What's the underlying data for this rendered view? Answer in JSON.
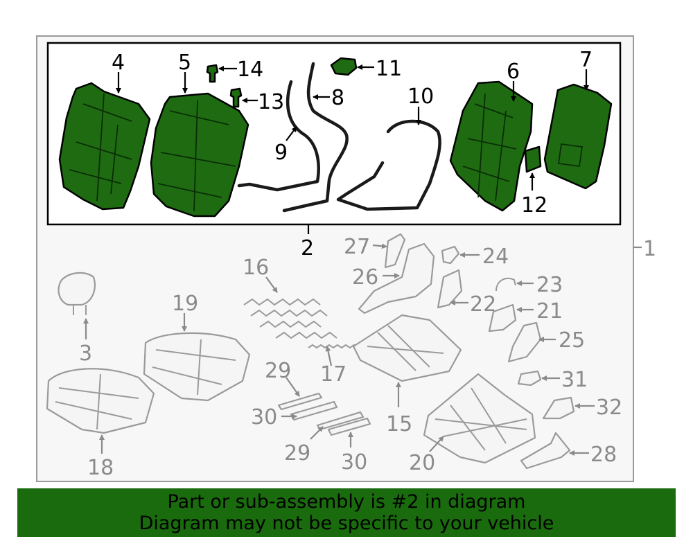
{
  "diagram": {
    "callouts": {
      "c1": "1",
      "c2": "2",
      "c3": "3",
      "c4": "4",
      "c5": "5",
      "c6": "6",
      "c7": "7",
      "c8": "8",
      "c9": "9",
      "c10": "10",
      "c11": "11",
      "c12": "12",
      "c13": "13",
      "c14": "14",
      "c15": "15",
      "c16": "16",
      "c17": "17",
      "c18": "18",
      "c19": "19",
      "c20": "20",
      "c21": "21",
      "c22": "22",
      "c23": "23",
      "c24": "24",
      "c25": "25",
      "c26": "26",
      "c27": "27",
      "c28": "28",
      "c29a": "29",
      "c29b": "29",
      "c30a": "30",
      "c30b": "30",
      "c31": "31",
      "c32": "32"
    },
    "highlight_color": "#1f6b12"
  },
  "banner": {
    "line1": "Part or sub-assembly is #2 in diagram",
    "line2": "Diagram may not be specific to your vehicle",
    "background": "#1a6b0e"
  }
}
